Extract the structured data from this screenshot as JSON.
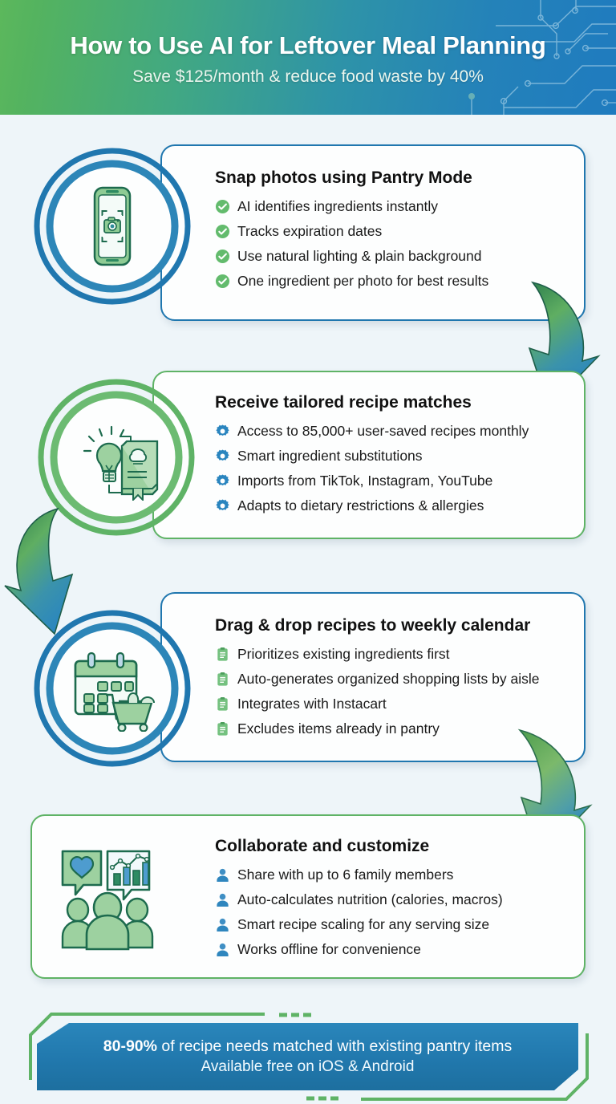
{
  "header": {
    "title": "How to Use AI for Leftover Meal Planning",
    "subtitle": "Save $125/month & reduce food waste by 40%",
    "gradient_from": "#5cb85c",
    "gradient_to": "#1f7bbf",
    "decoration": "circuit-board-traces"
  },
  "theme": {
    "background": "#eef5f9",
    "blue": "#2077af",
    "green": "#5fb366",
    "check_green": "#63bb6d",
    "gear_blue": "#2a85bf",
    "clipboard_green": "#74c17f",
    "person_blue": "#2f8ec4"
  },
  "steps": [
    {
      "index": 1,
      "title": "Snap photos using Pantry Mode",
      "ring_color": "blue",
      "icon_name": "phone-camera-scan-icon",
      "bullet_icon": "check-circle-icon",
      "bullets": [
        "AI identifies ingredients instantly",
        "Tracks expiration dates",
        "Use natural lighting & plain background",
        "One ingredient per photo for best results"
      ]
    },
    {
      "index": 2,
      "title": "Receive tailored recipe matches",
      "ring_color": "green",
      "icon_name": "lightbulb-recipe-book-icon",
      "bullet_icon": "gear-icon",
      "bullets": [
        "Access to 85,000+ user-saved recipes monthly",
        "Smart ingredient substitutions",
        "Imports from TikTok, Instagram, YouTube",
        "Adapts to dietary restrictions & allergies"
      ]
    },
    {
      "index": 3,
      "title": "Drag & drop recipes to weekly calendar",
      "ring_color": "blue",
      "icon_name": "calendar-shopping-cart-icon",
      "bullet_icon": "clipboard-icon",
      "bullets": [
        "Prioritizes existing ingredients first",
        "Auto-generates organized shopping lists by aisle",
        "Integrates with Instacart",
        "Excludes items already in pantry"
      ]
    },
    {
      "index": 4,
      "title": "Collaborate and customize",
      "ring_color": "none",
      "icon_name": "family-group-chat-chart-icon",
      "bullet_icon": "person-icon",
      "bullets": [
        "Share with up to 6 family members",
        "Auto-calculates nutrition (calories, macros)",
        "Smart recipe scaling for any serving size",
        "Works offline for convenience"
      ]
    }
  ],
  "connectors": [
    {
      "name": "arrow-step1-to-step2",
      "direction": "down-left"
    },
    {
      "name": "arrow-step2-to-step3",
      "direction": "down-right"
    },
    {
      "name": "arrow-step3-to-step4",
      "direction": "down-left"
    }
  ],
  "footer": {
    "stat_highlight": "80-90%",
    "stat_rest": " of recipe needs matched with existing pantry items",
    "line2": "Available free on iOS & Android",
    "banner_color": "#2178ad",
    "bracket_color": "#5fb366"
  }
}
